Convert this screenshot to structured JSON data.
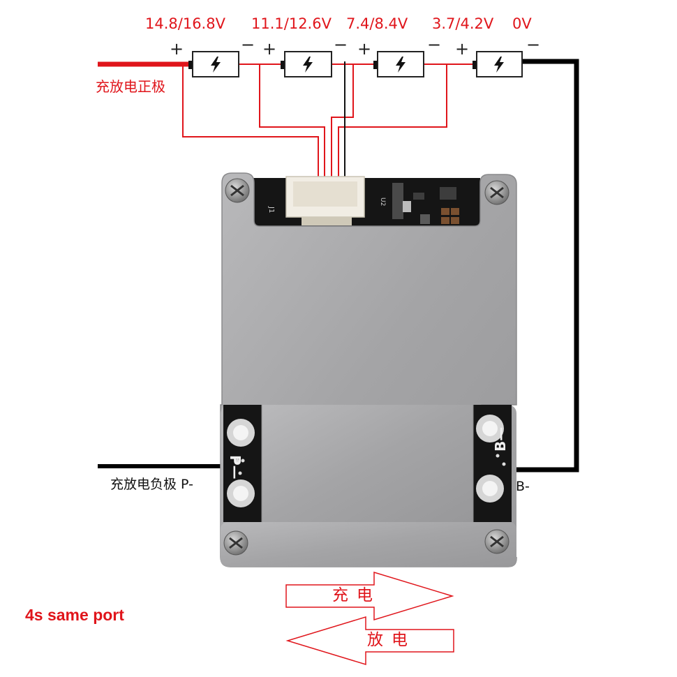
{
  "voltages": [
    {
      "label": "14.8/16.8V"
    },
    {
      "label": "11.1/12.6V"
    },
    {
      "label": "7.4/8.4V"
    },
    {
      "label": "3.7/4.2V"
    },
    {
      "label": "0V"
    }
  ],
  "cells": [
    {
      "plus": "+",
      "minus": "−"
    },
    {
      "plus": "+",
      "minus": "−"
    },
    {
      "plus": "+",
      "minus": "−"
    },
    {
      "plus": "+",
      "minus": "−"
    }
  ],
  "labels": {
    "pos_terminal": "充放电正极",
    "neg_terminal": "充放电负极  P-",
    "b_minus": "B-",
    "pcb_p": "P—",
    "pcb_b": "B—",
    "pcb_j1": "J1",
    "pcb_u2": "U2"
  },
  "arrows": {
    "charge": "充电",
    "discharge": "放电"
  },
  "footer": "4s same port",
  "colors": {
    "wire_red": "#e0151b",
    "wire_black": "#000000",
    "plate": "#a8a8aa",
    "pcb": "#1a1a1a"
  }
}
